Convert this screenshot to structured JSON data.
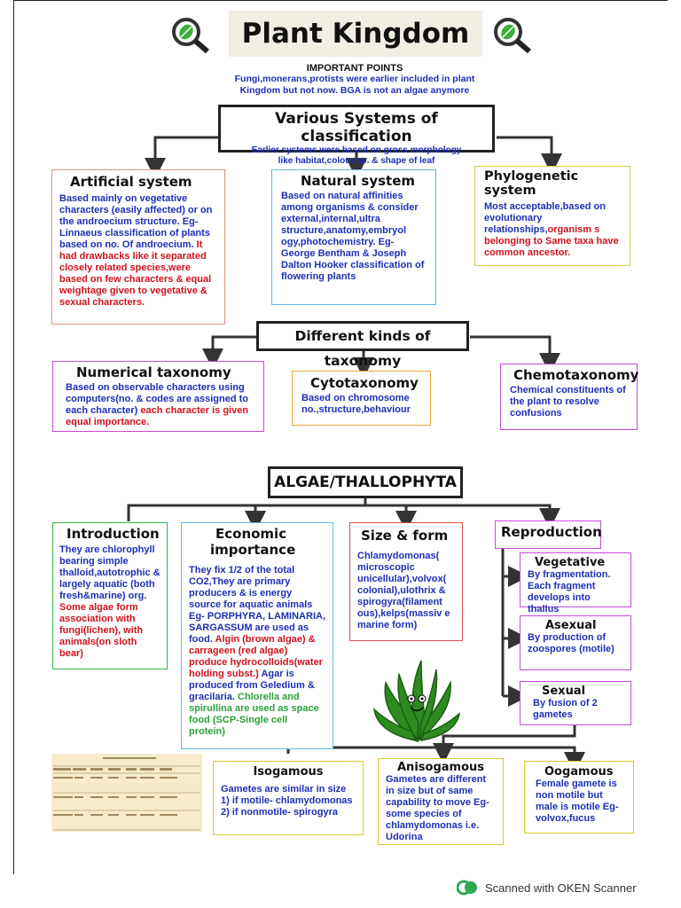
{
  "title": "Plant Kingdom",
  "important": {
    "heading": "IMPORTANT POINTS",
    "line1": "Fungi,monerans,protists were earlier included in plant",
    "line2": "Kingdom but not now. BGA is not an algae anymore"
  },
  "systems": {
    "title": "Various Systems of classification",
    "sub1": "Earlier systems were based on gross morphology",
    "sub2": "like habitat,colour,no. & shape of leaf",
    "artificial": {
      "title": "Artificial system",
      "blue": "Based mainly on vegetative characters (easily affected) or on the androecium structure. Eg- Linnaeus classification of plants based on no. Of androecium.",
      "red": " It had drawbacks like it separated closely related species,were based on few characters & equal weightage given to vegetative & sexual characters."
    },
    "natural": {
      "title": "Natural system",
      "blue": "Based on natural affinities among organisms & consider external,internal,ultra structure,anatomy,embryol ogy,photochemistry. Eg- George Bentham & Joseph Dalton Hooker classification of flowering plants"
    },
    "phylogenetic": {
      "title": "Phylogenetic system",
      "blue": "Most acceptable,based on evolutionary relationships,",
      "red": "organism s belonging to Same taxa have common ancestor."
    }
  },
  "taxonomy": {
    "title": "Different kinds of taxonomy",
    "numerical": {
      "title": "Numerical taxonomy",
      "blue": "Based on observable characters using computers(no. & codes are assigned to each character)",
      "red": " each character is given equal importance."
    },
    "cyto": {
      "title": "Cytotaxonomy",
      "blue": "Based on chromosome no.,structure,behaviour"
    },
    "chemo": {
      "title": "Chemotaxonomy",
      "blue": "Chemical constituents of the plant to resolve confusions"
    }
  },
  "algae": {
    "title": "ALGAE/THALLOPHYTA",
    "introduction": {
      "title": "Introduction",
      "blue": "They are chlorophyll bearing simple thalloid,autotrophic & largely aquatic (both fresh&marine) org.",
      "red": " Some algae form association with fungi(lichen), with animals(on sloth bear)"
    },
    "economic": {
      "title1": "Economic",
      "title2": "importance",
      "t1": "They fix 1/2 of the total CO2,They are primary producers & is energy source for aquatic animals Eg- PORPHYRA, LAMINARIA, SARGASSUM are used as food.",
      "t2": " Algin (brown algae) & carrageen (red algae) produce hydrocolloids(water holding subst.)",
      "t3": " Agar is produced from Geledium & gracilaria.",
      "t4": " Chlorella and spirullina are used as space food (SCP-Single cell protein)"
    },
    "size": {
      "title": "Size & form",
      "blue": "Chlamydomonas( microscopic unicellular),volvox( colonial),ulothrix & spirogyra(filament ous),kelps(massiv e marine form)"
    },
    "reproduction": {
      "title": "Reproduction",
      "vegetative": {
        "title": "Vegetative",
        "text": "By fragmentation. Each fragment develops into thallus"
      },
      "asexual": {
        "title": "Asexual",
        "text": "By production of zoospores (motile)"
      },
      "sexual": {
        "title": "Sexual",
        "text": "By fusion of 2 gametes"
      }
    },
    "isogamous": {
      "title": "Isogamous",
      "text1": "Gametes are similar in size",
      "text2": "1) if motile- chlamydomonas",
      "text3": "2) if nonmotile- spirogyra"
    },
    "anisogamous": {
      "title": "Anisogamous",
      "text": "Gametes are different in size but of same capability to move Eg- some species of chlamydomonas i.e. Udorina"
    },
    "oogamous": {
      "title": "Oogamous",
      "text": "Female gamete is non motile but male is motile Eg- volvox,fucus"
    }
  },
  "footer": {
    "scanner": "Scanned with OKEN Scanner"
  },
  "icons": [
    "magnifier-leaf-icon",
    "seaweed-icon",
    "oken-logo-icon"
  ]
}
